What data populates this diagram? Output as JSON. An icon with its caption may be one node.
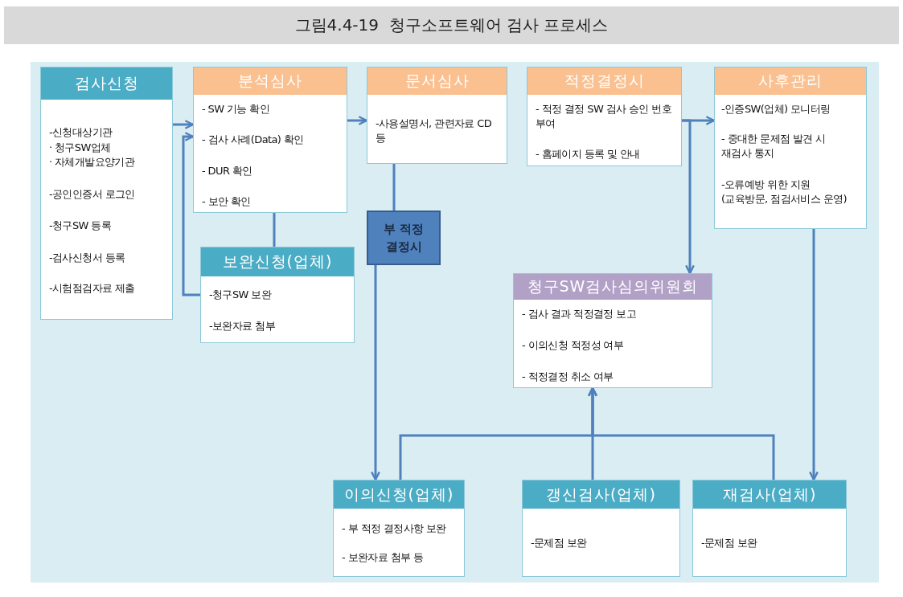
{
  "diagram": {
    "title": "그림4.4-19  청구소프트웨어 검사 프로세스",
    "nodes": [
      {
        "text": [
          "검사신청",
          "-신청대상기관",
          "· 청구SW업체",
          "· 자체개발요양기관",
          "-공인인증서 로그인",
          "-청구SW 등록",
          "-검사신청서 등록",
          "-시험점검자료 제출"
        ]
      },
      {
        "text": [
          "분석심사",
          "- SW 기능 확인",
          "- 검사 사례(Data) 확인",
          "- DUR 확인",
          "- 보안 확인"
        ]
      },
      {
        "text": [
          "문서심사",
          "-사용설명서, 관련자료 CD 등"
        ]
      },
      {
        "text": [
          "적정결정시",
          "- 적정 결정 SW 검사 승인 번호 부여",
          "- 홈페이지 등록 및 안내"
        ]
      },
      {
        "text": [
          "사후관리",
          "-인증SW(업체) 모니터링",
          "- 중대한 문제점 발견 시 재검사 통지",
          "-오류예방 위한 지원 (교육방문, 점검서비스 운영)"
        ]
      },
      {
        "text": [
          "보완신청(업체)",
          "-청구SW 보완",
          "-보완자료 첨부"
        ]
      },
      {
        "text": [
          "부 적정 결정시"
        ]
      },
      {
        "text": [
          "청구SW검사심의위원회",
          "- 검사 결과 적정결정 보고",
          "- 이의신청 적정성 여부",
          "- 적정결정 취소 여부"
        ]
      },
      {
        "text": [
          "이의신청(업체)",
          "- 부 적정 결정사항 보완",
          "- 보완자료 첨부 등"
        ]
      },
      {
        "text": [
          "갱신검사(업체)",
          "-문제점 보완"
        ]
      },
      {
        "text": [
          "재검사(업체)",
          "-문제점 보완"
        ]
      }
    ],
    "edges": [
      {
        "from": 0,
        "to": 1,
        "arrow": "to"
      },
      {
        "from": 1,
        "to": 5,
        "arrow": "none"
      },
      {
        "from": 5,
        "to": 1,
        "arrow": "to"
      },
      {
        "from": 1,
        "to": 2,
        "arrow": "to"
      },
      {
        "from": 2,
        "to": 6,
        "arrow": "none"
      },
      {
        "from": 3,
        "to": 4,
        "arrow": "to"
      },
      {
        "from": 3,
        "to": 7,
        "arrow": "to"
      },
      {
        "from": 4,
        "to": 10,
        "arrow": "to"
      },
      {
        "from": 6,
        "to": 8,
        "arrow": "to"
      },
      {
        "from": 8,
        "to": 7,
        "arrow": "to"
      },
      {
        "from": 9,
        "to": 7,
        "arrow": "to"
      },
      {
        "from": 10,
        "to": 7,
        "arrow": "to"
      }
    ]
  }
}
